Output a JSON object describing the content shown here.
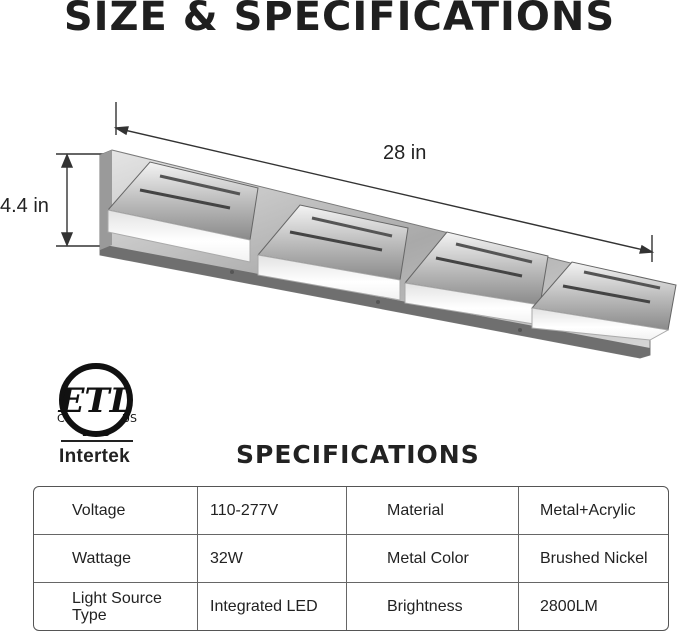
{
  "title": "SIZE & SPECIFICATIONS",
  "dimensions": {
    "width": "28 in",
    "height": "4.4 in"
  },
  "certification": {
    "logo_text": "ETL",
    "left_mark": "C",
    "right_mark": "US",
    "listed": "LISTED",
    "company": "Intertek"
  },
  "spec_heading": "SPECIFICATIONS",
  "specs": [
    [
      "Voltage",
      "110-277V",
      "Material",
      "Metal+Acrylic"
    ],
    [
      "Wattage",
      "32W",
      "Metal Color",
      "Brushed Nickel"
    ],
    [
      "Light Source Type",
      "Integrated LED",
      "Brightness",
      "2800LM"
    ]
  ]
}
